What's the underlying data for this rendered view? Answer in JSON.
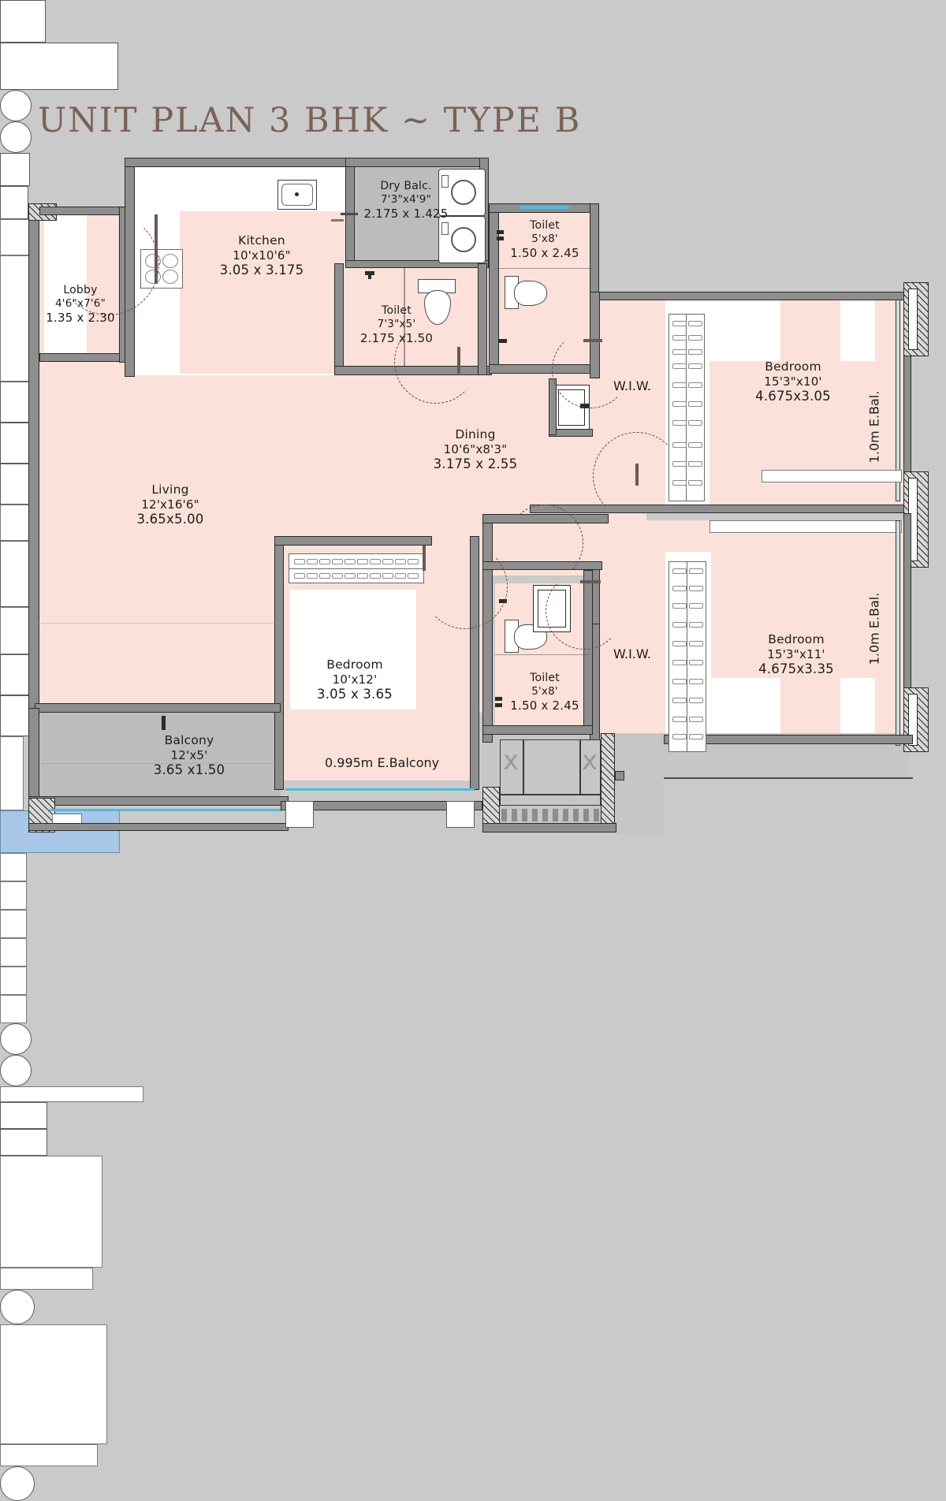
{
  "title": "UNIT PLAN  3 BHK ~ TYPE B",
  "colors": {
    "background": "#cacaca",
    "room_fill": "#fbe1d9",
    "deck_fill": "#bcbcbc",
    "wall": "#8e8e8e",
    "title_text": "#7a6257",
    "dining_table": "#a8c6e8",
    "railing": "#55b9d8"
  },
  "rooms": [
    {
      "key": "lobby",
      "name": "Lobby",
      "dim_ft": "4'6\"x7'6\"",
      "dim_m": "1.35 x 2.30"
    },
    {
      "key": "kitchen",
      "name": "Kitchen",
      "dim_ft": "10'x10'6\"",
      "dim_m": "3.05 x 3.175"
    },
    {
      "key": "drybalc",
      "name": "Dry Balc.",
      "dim_ft": "7'3\"x4'9\"",
      "dim_m": "2.175 x 1.425"
    },
    {
      "key": "toilet1",
      "name": "Toilet",
      "dim_ft": "5'x8'",
      "dim_m": "1.50 x 2.45"
    },
    {
      "key": "toilet2",
      "name": "Toilet",
      "dim_ft": "7'3\"x5'",
      "dim_m": "2.175 x1.50"
    },
    {
      "key": "living",
      "name": "Living",
      "dim_ft": "12'x16'6\"",
      "dim_m": "3.65x5.00"
    },
    {
      "key": "dining",
      "name": "Dining",
      "dim_ft": "10'6\"x8'3\"",
      "dim_m": "3.175 x 2.55"
    },
    {
      "key": "bedroom1",
      "name": "Bedroom",
      "dim_ft": "15'3\"x10'",
      "dim_m": "4.675x3.05"
    },
    {
      "key": "bedroom2",
      "name": "Bedroom",
      "dim_ft": "15'3\"x11'",
      "dim_m": "4.675x3.35"
    },
    {
      "key": "bedroom3",
      "name": "Bedroom",
      "dim_ft": "10'x12'",
      "dim_m": "3.05 x 3.65"
    },
    {
      "key": "toilet3",
      "name": "Toilet",
      "dim_ft": "5'x8'",
      "dim_m": "1.50 x 2.45"
    },
    {
      "key": "balcony",
      "name": "Balcony",
      "dim_ft": "12'x5'",
      "dim_m": "3.65 x1.50"
    }
  ],
  "annotations": {
    "wiw_top": "W.I.W.",
    "wiw_bottom": "W.I.W.",
    "ebal_top": "1.0m E.Bal.",
    "ebal_bottom": "1.0m E.Bal.",
    "e_balcony": "0.995m E.Balcony"
  }
}
